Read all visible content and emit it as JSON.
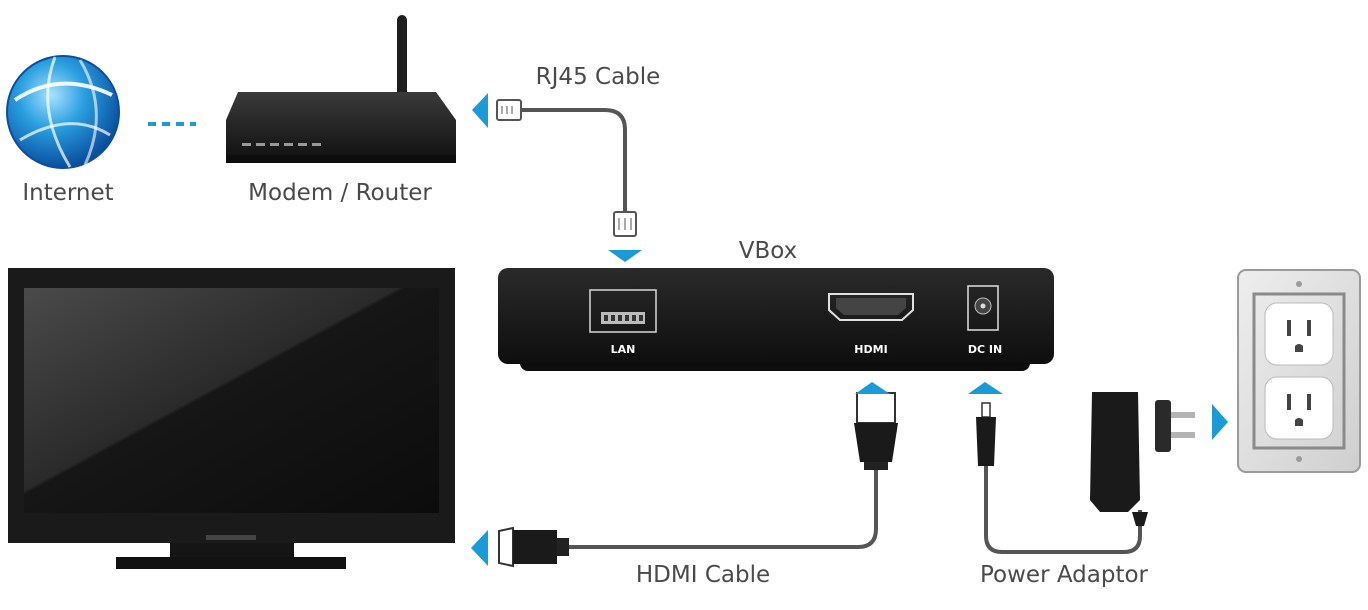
{
  "labels": {
    "internet": "Internet",
    "modem_router": "Modem / Router",
    "rj45_cable": "RJ45 Cable",
    "vbox": "VBox",
    "hdmi_cable": "HDMI Cable",
    "power_adaptor": "Power Adaptor"
  },
  "ports": {
    "lan": "LAN",
    "hdmi": "HDMI",
    "dc_in": "DC IN"
  },
  "colors": {
    "arrow": "#1a9ad6",
    "device": "#1c1c1c",
    "cable": "#555555",
    "label": "#4a4a4a"
  }
}
